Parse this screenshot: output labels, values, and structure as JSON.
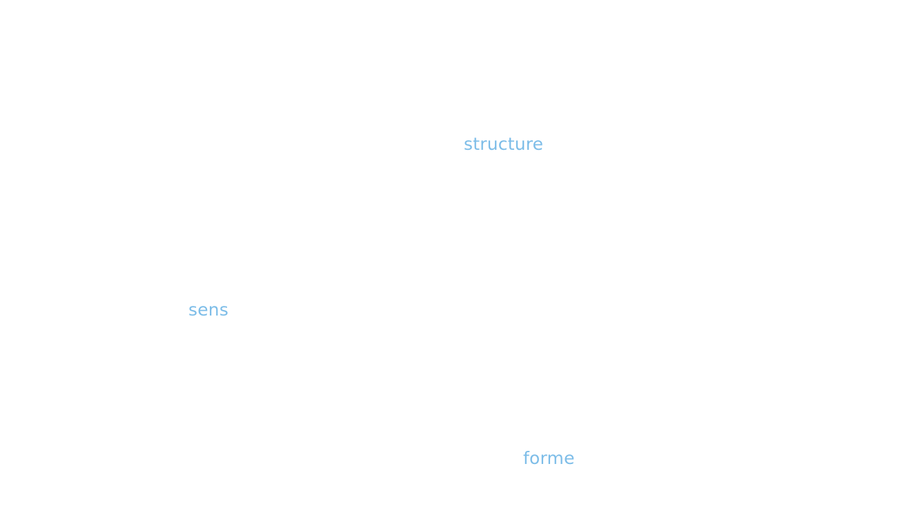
{
  "words": {
    "structure": "structure",
    "sens": "sens",
    "forme": "forme"
  },
  "colors": {
    "text": "#7dbde8",
    "background": "#ffffff"
  }
}
